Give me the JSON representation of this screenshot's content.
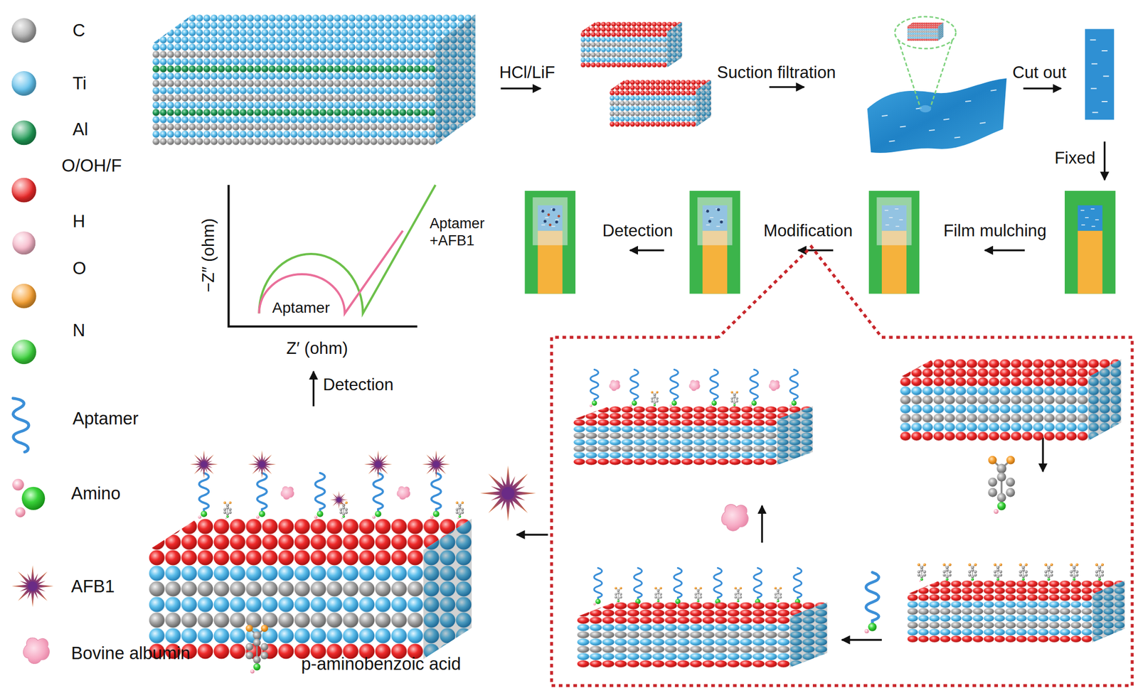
{
  "diagram": {
    "labels": [
      "HCl/LiF",
      "Suction filtration",
      "Cut out",
      "Fixed",
      "Film mulching",
      "Modification",
      "Detection",
      "−Z″ (ohm)",
      "Z′ (ohm)",
      "Aptamer",
      "Aptamer +AFB1",
      "Detection"
    ],
    "legend": [
      {
        "text": "C",
        "color": "#a9a9a9"
      },
      {
        "text": "Ti",
        "color": "#5fc0ec"
      },
      {
        "text": "Al",
        "color": "#1f9a55"
      },
      {
        "text": "O/OH/F",
        "color": "#ee2a2a"
      },
      {
        "text": "H",
        "color": "#f7b5c8"
      },
      {
        "text": "O",
        "color": "#f7a030"
      },
      {
        "text": "N",
        "color": "#3ad23a"
      },
      {
        "text": "Aptamer"
      },
      {
        "text": "Amino"
      },
      {
        "text": "AFB1"
      },
      {
        "text": "Bovine albumin"
      },
      {
        "text": "p-aminobenzoic acid"
      }
    ]
  }
}
